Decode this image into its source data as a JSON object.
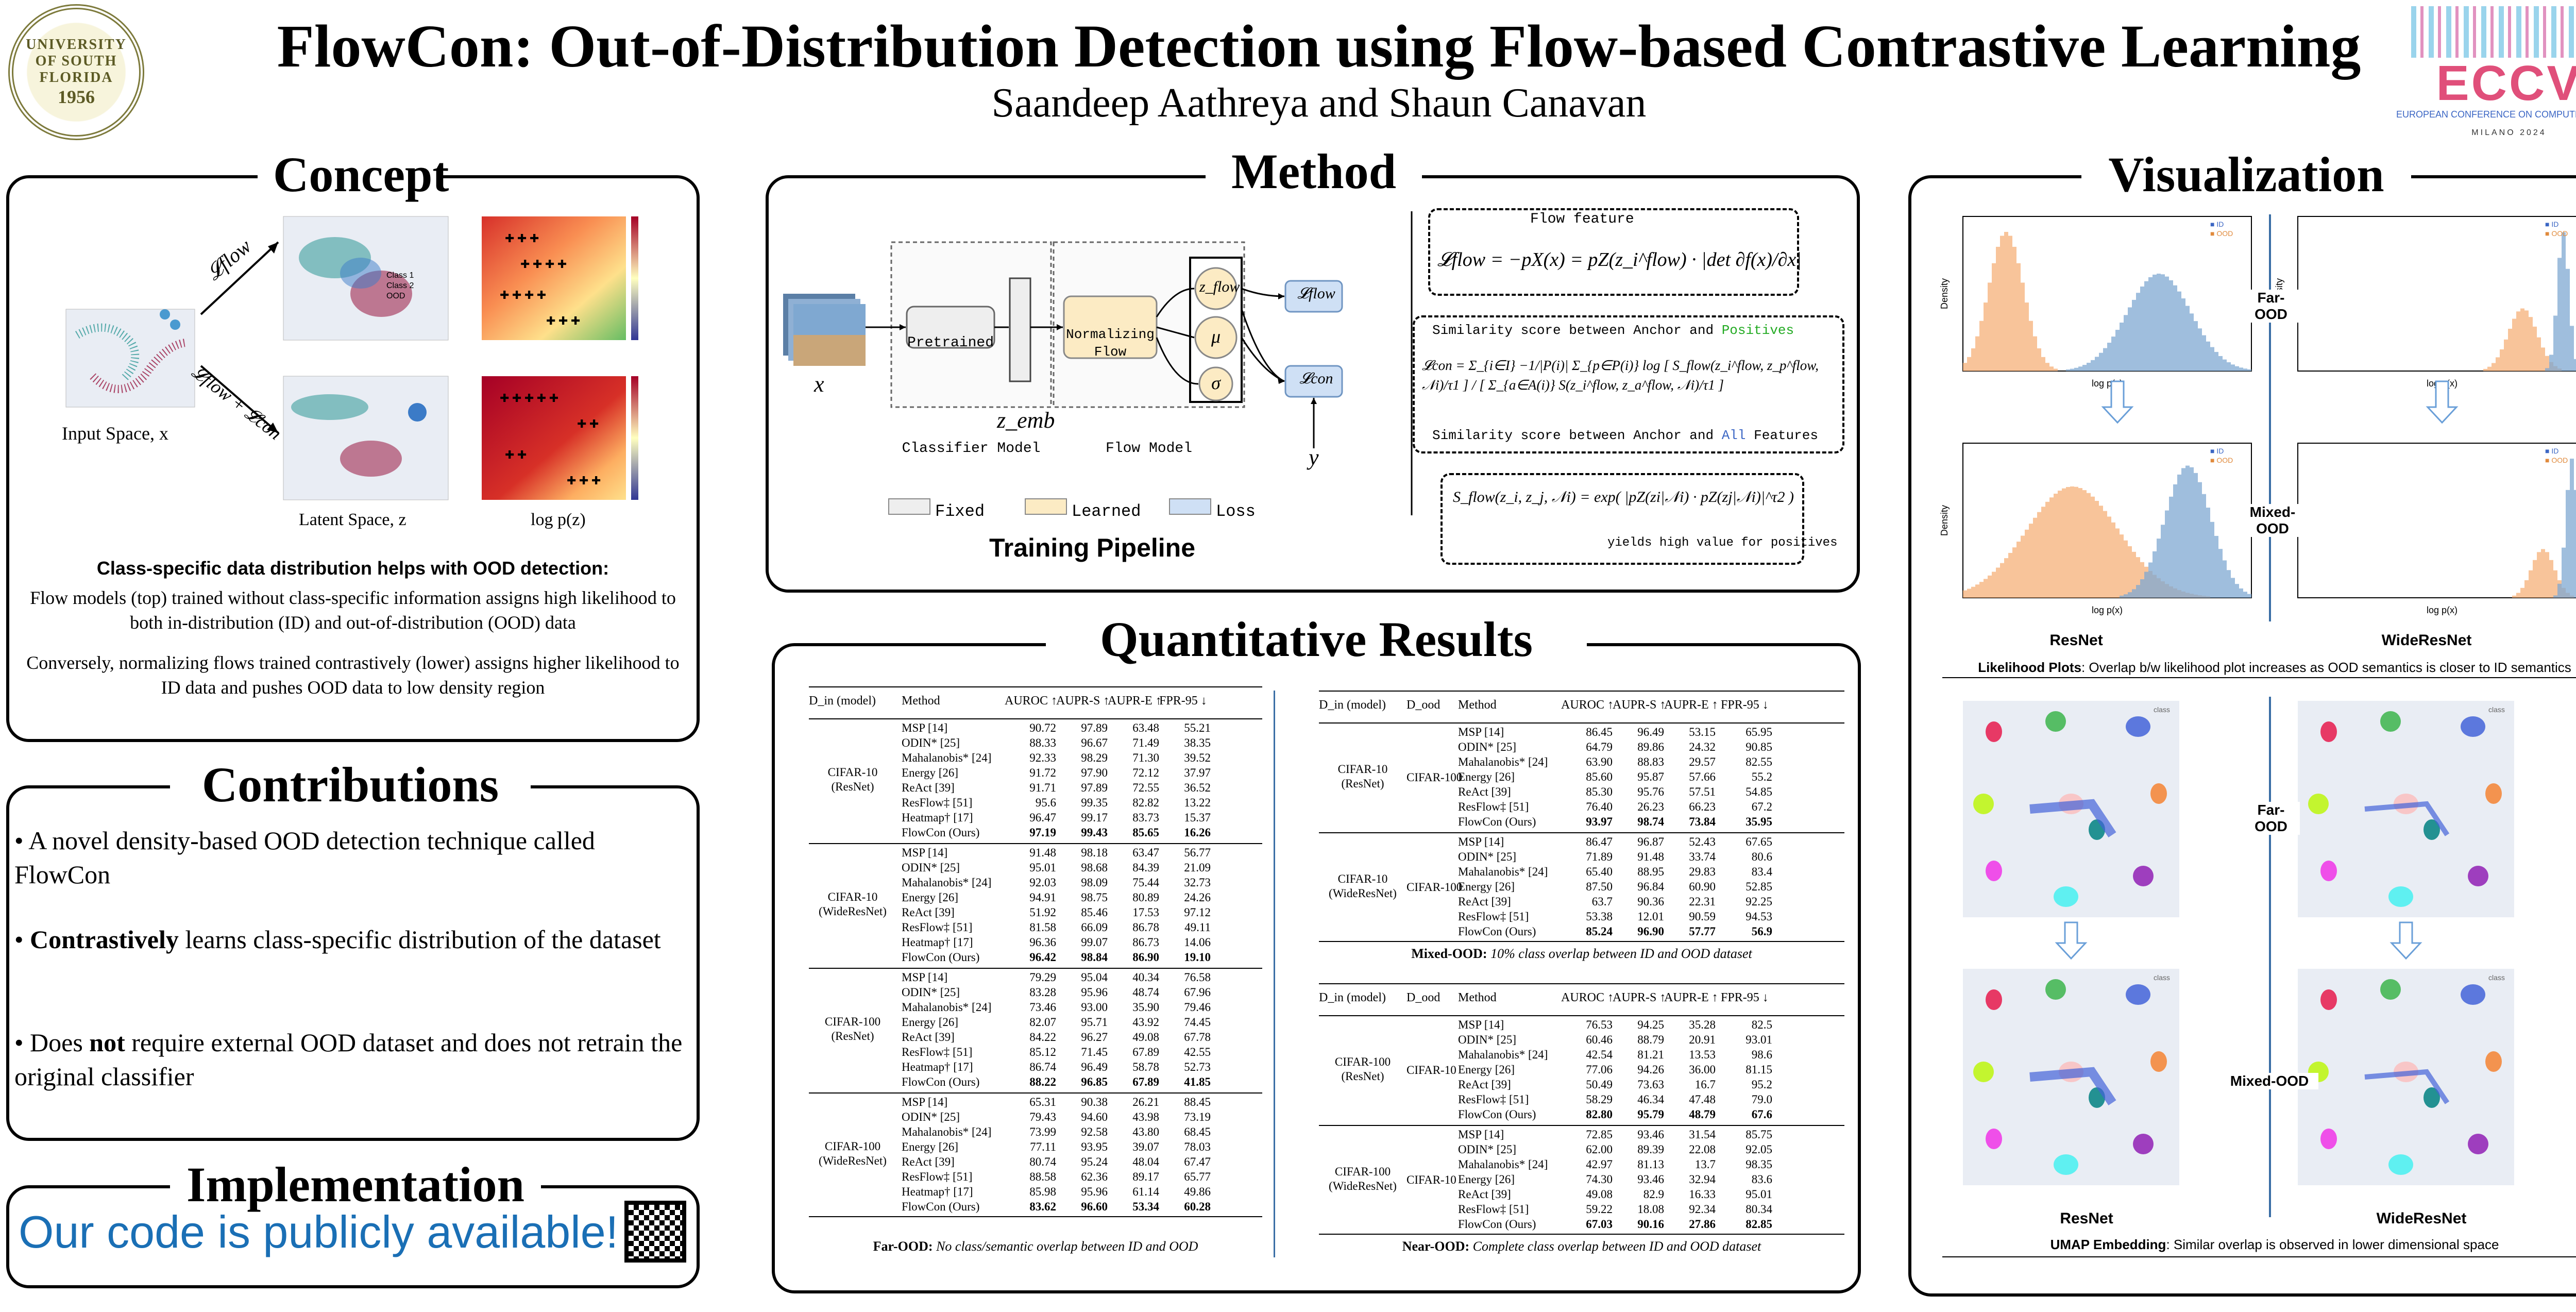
{
  "header": {
    "title": "FlowCon: Out-of-Distribution Detection using Flow-based Contrastive Learning",
    "authors": "Saandeep Aathreya and Shaun Canavan",
    "usf_logo_text": "UNIVERSITY OF SOUTH FLORIDA",
    "usf_logo_year": "1956",
    "eccv_logo": "ECCV",
    "eccv_sub": "EUROPEAN CONFERENCE ON COMPUTER VISION",
    "eccv_city": "MILANO 2024"
  },
  "concept": {
    "title": "Concept",
    "flow_label": "𝓛flow",
    "flow_con_label": "𝓛flow + 𝓛con",
    "input_label": "Input Space, x",
    "latent_label": "Latent Space, z",
    "logp_label": "log p(z)",
    "legend": [
      "Class 1",
      "Class 2",
      "OOD"
    ],
    "heading": "Class-specific data distribution helps with OOD detection:",
    "para1": "Flow models (top) trained without class-specific information assigns high likelihood to both in-distribution (ID) and out-of-distribution (OOD) data",
    "para2": "Conversely, normalizing flows trained contrastively (lower) assigns higher likelihood to ID data and pushes OOD data to low density region"
  },
  "contributions": {
    "title": "Contributions",
    "b1": "A novel density-based OOD detection technique called FlowCon",
    "b2a": "Contrastively",
    "b2b": " learns class-specific distribution of the dataset",
    "b3a": "Does ",
    "b3b": "not",
    "b3c": " require external OOD dataset and does not retrain the original classifier"
  },
  "implementation": {
    "title": "Implementation",
    "text": "Our code is publicly available!"
  },
  "method": {
    "title": "Method",
    "x": "x",
    "pretrained": "Pretrained",
    "z_emb": "z_emb",
    "normalizing_flow": "Normalizing Flow",
    "z_flow": "z_flow",
    "mu": "μ",
    "sigma": "σ",
    "l_flow": "𝓛flow",
    "l_con": "𝓛con",
    "y": "y",
    "classifier_model": "Classifier Model",
    "flow_model": "Flow Model",
    "legend_fixed": "Fixed",
    "legend_learned": "Learned",
    "legend_loss": "Loss",
    "pipeline": "Training Pipeline",
    "flow_feature": "Flow feature",
    "eq_flow": "𝓛flow = −pX(x) = pZ(z_i^flow) · |det ∂f(x)/∂x|",
    "sim_pos_a": "Similarity score between Anchor and ",
    "sim_pos_b": "Positives",
    "eq_con": "𝓛con = Σ_{i∈I} −1/|P(i)| Σ_{p∈P(i)} log [ S_flow(z_i^flow, z_p^flow, 𝒩i)/τ1 ] / [ Σ_{a∈A(i)} S(z_i^flow, z_a^flow, 𝒩i)/τ1 ]",
    "sim_all_a": "Similarity score between Anchor and ",
    "sim_all_b": "All",
    "sim_all_c": " Features",
    "eq_sflow": "S_flow(z_i, z_j, 𝒩i) = exp( |pZ(zi|𝒩i) · pZ(zj|𝒩i)|^τ2 )",
    "yields": "yields high value for positives"
  },
  "results": {
    "title": "Quantitative Results",
    "left_caption_b": "Far-OOD:",
    "left_caption": " No class/semantic overlap between ID and OOD",
    "mid_caption_b": "Mixed-OOD:",
    "mid_caption": " 10% class overlap between ID and OOD dataset",
    "near_caption_b": "Near-OOD:",
    "near_caption": " Complete class overlap between ID and OOD dataset",
    "headers": [
      "Method",
      "AUROC ↑",
      "AUPR-S ↑",
      "AUPR-E ↑",
      "FPR-95 ↓"
    ],
    "din": "D_in (model)",
    "dood": "D_ood",
    "far_groups": [
      {
        "name": "CIFAR-10 (ResNet)",
        "rows": [
          [
            "MSP [14]",
            "90.72",
            "97.89",
            "63.48",
            "55.21"
          ],
          [
            "ODIN* [25]",
            "88.33",
            "96.67",
            "71.49",
            "38.35"
          ],
          [
            "Mahalanobis* [24]",
            "92.33",
            "98.29",
            "71.30",
            "39.52"
          ],
          [
            "Energy [26]",
            "91.72",
            "97.90",
            "72.12",
            "37.97"
          ],
          [
            "ReAct [39]",
            "91.71",
            "97.89",
            "72.55",
            "36.52"
          ],
          [
            "ResFlow‡ [51]",
            "95.6",
            "99.35",
            "82.82",
            "13.22"
          ],
          [
            "Heatmap† [17]",
            "96.47",
            "99.17",
            "83.73",
            "15.37"
          ],
          [
            "FlowCon (Ours)",
            "97.19",
            "99.43",
            "85.65",
            "16.26"
          ]
        ]
      },
      {
        "name": "CIFAR-10 (WideResNet)",
        "rows": [
          [
            "MSP [14]",
            "91.48",
            "98.18",
            "63.47",
            "56.77"
          ],
          [
            "ODIN* [25]",
            "95.01",
            "98.68",
            "84.39",
            "21.09"
          ],
          [
            "Mahalanobis* [24]",
            "92.03",
            "98.09",
            "75.44",
            "32.73"
          ],
          [
            "Energy [26]",
            "94.91",
            "98.75",
            "80.89",
            "24.26"
          ],
          [
            "ReAct [39]",
            "51.92",
            "85.46",
            "17.53",
            "97.12"
          ],
          [
            "ResFlow‡ [51]",
            "81.58",
            "66.09",
            "86.78",
            "49.11"
          ],
          [
            "Heatmap† [17]",
            "96.36",
            "99.07",
            "86.73",
            "14.06"
          ],
          [
            "FlowCon (Ours)",
            "96.42",
            "98.84",
            "86.90",
            "19.10"
          ]
        ]
      },
      {
        "name": "CIFAR-100 (ResNet)",
        "rows": [
          [
            "MSP [14]",
            "79.29",
            "95.04",
            "40.34",
            "76.58"
          ],
          [
            "ODIN* [25]",
            "83.28",
            "95.96",
            "48.74",
            "67.96"
          ],
          [
            "Mahalanobis* [24]",
            "73.46",
            "93.00",
            "35.90",
            "79.46"
          ],
          [
            "Energy [26]",
            "82.07",
            "95.71",
            "43.92",
            "74.45"
          ],
          [
            "ReAct [39]",
            "84.22",
            "96.27",
            "49.08",
            "67.78"
          ],
          [
            "ResFlow‡ [51]",
            "85.12",
            "71.45",
            "67.89",
            "42.55"
          ],
          [
            "Heatmap† [17]",
            "86.74",
            "96.49",
            "58.78",
            "52.73"
          ],
          [
            "FlowCon (Ours)",
            "88.22",
            "96.85",
            "67.89",
            "41.85"
          ]
        ]
      },
      {
        "name": "CIFAR-100 (WideResNet)",
        "rows": [
          [
            "MSP [14]",
            "65.31",
            "90.38",
            "26.21",
            "88.45"
          ],
          [
            "ODIN* [25]",
            "79.43",
            "94.60",
            "43.98",
            "73.19"
          ],
          [
            "Mahalanobis* [24]",
            "73.99",
            "92.58",
            "43.80",
            "68.45"
          ],
          [
            "Energy [26]",
            "77.11",
            "93.95",
            "39.07",
            "78.03"
          ],
          [
            "ReAct [39]",
            "80.74",
            "95.24",
            "48.04",
            "67.47"
          ],
          [
            "ResFlow‡ [51]",
            "88.58",
            "62.36",
            "89.17",
            "65.77"
          ],
          [
            "Heatmap† [17]",
            "85.98",
            "95.96",
            "61.14",
            "49.86"
          ],
          [
            "FlowCon (Ours)",
            "83.62",
            "96.60",
            "53.34",
            "60.28"
          ]
        ]
      }
    ],
    "mixed_groups": [
      {
        "name": "CIFAR-10 (ResNet)",
        "ood": "CIFAR-100",
        "rows": [
          [
            "MSP [14]",
            "86.45",
            "96.49",
            "53.15",
            "65.95"
          ],
          [
            "ODIN* [25]",
            "64.79",
            "89.86",
            "24.32",
            "90.85"
          ],
          [
            "Mahalanobis* [24]",
            "63.90",
            "88.83",
            "29.57",
            "82.55"
          ],
          [
            "Energy [26]",
            "85.60",
            "95.87",
            "57.66",
            "55.2"
          ],
          [
            "ReAct [39]",
            "85.30",
            "95.76",
            "57.51",
            "54.85"
          ],
          [
            "ResFlow‡ [51]",
            "76.40",
            "26.23",
            "66.23",
            "67.2"
          ],
          [
            "FlowCon (Ours)",
            "93.97",
            "98.74",
            "73.84",
            "35.95"
          ]
        ]
      },
      {
        "name": "CIFAR-10 (WideResNet)",
        "ood": "CIFAR-100",
        "rows": [
          [
            "MSP [14]",
            "86.47",
            "96.87",
            "52.43",
            "67.65"
          ],
          [
            "ODIN* [25]",
            "71.89",
            "91.48",
            "33.74",
            "80.6"
          ],
          [
            "Mahalanobis* [24]",
            "65.40",
            "88.95",
            "29.83",
            "83.4"
          ],
          [
            "Energy [26]",
            "87.50",
            "96.84",
            "60.90",
            "52.85"
          ],
          [
            "ReAct [39]",
            "63.7",
            "90.36",
            "22.31",
            "92.25"
          ],
          [
            "ResFlow‡ [51]",
            "53.38",
            "12.01",
            "90.59",
            "94.53"
          ],
          [
            "FlowCon (Ours)",
            "85.24",
            "96.90",
            "57.77",
            "56.9"
          ]
        ]
      }
    ],
    "near_groups": [
      {
        "name": "CIFAR-100 (ResNet)",
        "ood": "CIFAR-10",
        "rows": [
          [
            "MSP [14]",
            "76.53",
            "94.25",
            "35.28",
            "82.5"
          ],
          [
            "ODIN* [25]",
            "60.46",
            "88.79",
            "20.91",
            "93.01"
          ],
          [
            "Mahalanobis* [24]",
            "42.54",
            "81.21",
            "13.53",
            "98.6"
          ],
          [
            "Energy [26]",
            "77.06",
            "94.26",
            "36.00",
            "81.15"
          ],
          [
            "ReAct [39]",
            "50.49",
            "73.63",
            "16.7",
            "95.2"
          ],
          [
            "ResFlow‡ [51]",
            "58.29",
            "46.34",
            "47.48",
            "79.0"
          ],
          [
            "FlowCon (Ours)",
            "82.80",
            "95.79",
            "48.79",
            "67.6"
          ]
        ]
      },
      {
        "name": "CIFAR-100 (WideResNet)",
        "ood": "CIFAR-10",
        "rows": [
          [
            "MSP [14]",
            "72.85",
            "93.46",
            "31.54",
            "85.75"
          ],
          [
            "ODIN* [25]",
            "62.00",
            "89.39",
            "22.08",
            "92.05"
          ],
          [
            "Mahalanobis* [24]",
            "42.97",
            "81.13",
            "13.7",
            "98.35"
          ],
          [
            "Energy [26]",
            "74.30",
            "93.46",
            "32.94",
            "83.6"
          ],
          [
            "ReAct [39]",
            "49.08",
            "82.9",
            "16.33",
            "95.01"
          ],
          [
            "ResFlow‡ [51]",
            "59.22",
            "18.08",
            "92.34",
            "80.34"
          ],
          [
            "FlowCon (Ours)",
            "67.03",
            "90.16",
            "27.86",
            "82.85"
          ]
        ]
      }
    ]
  },
  "visualization": {
    "title": "Visualization",
    "far_ood": "Far-OOD",
    "mixed_ood": "Mixed-OOD",
    "resnet": "ResNet",
    "wideresnet": "WideResNet",
    "density": "Density",
    "logp": "log p(x)",
    "id": "ID",
    "ood": "OOD",
    "class_legend": "class",
    "likelihood_b": "Likelihood Plots",
    "likelihood": ": Overlap b/w likelihood plot increases as OOD semantics is closer to ID semantics",
    "umap_b": "UMAP Embedding",
    "umap": ": Similar overlap is observed in lower dimensional space"
  },
  "colors": {
    "id_blue": "#7fa8d1",
    "ood_orange": "#f5b078",
    "learned": "#fcebc4",
    "loss": "#cfe0f5",
    "fixed": "#eeeeee",
    "link": "#1a6fb5"
  }
}
